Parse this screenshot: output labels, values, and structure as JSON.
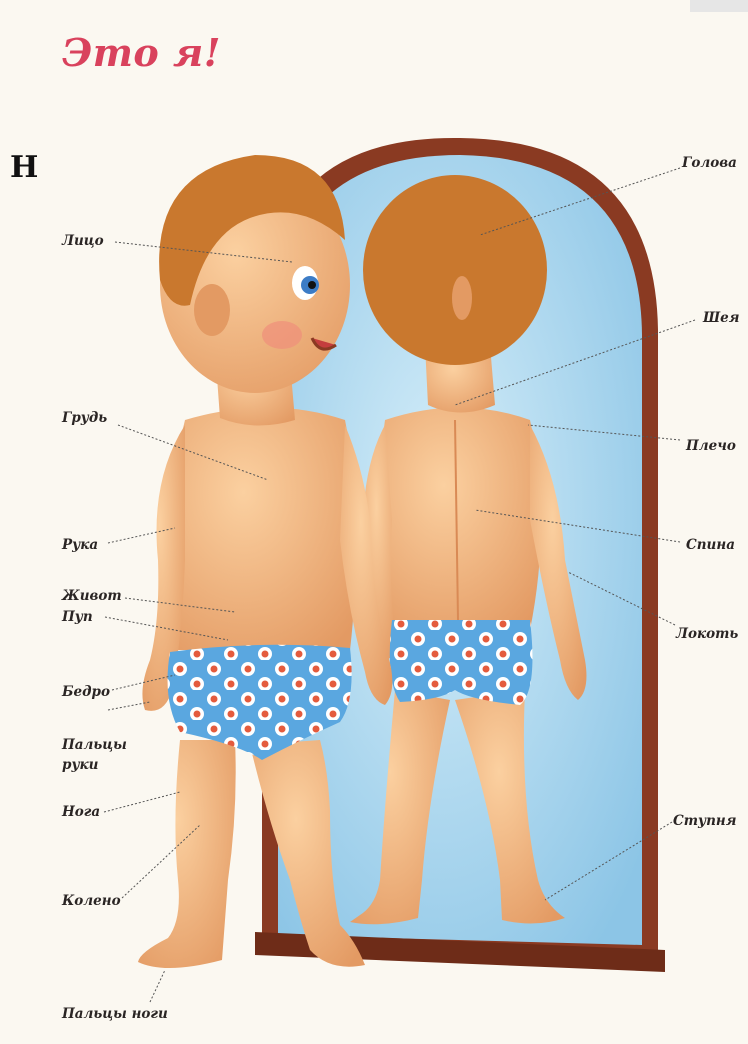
{
  "title": "Это я!",
  "stray_char": "Н",
  "labels": {
    "face": "Лицо",
    "chest": "Грудь",
    "arm": "Рука",
    "belly": "Живот",
    "navel": "Пуп",
    "thigh": "Бедро",
    "fingers_line1": "Пальцы",
    "fingers_line2": "руки",
    "leg": "Нога",
    "knee": "Колено",
    "toes": "Пальцы ноги",
    "head": "Голова",
    "neck": "Шея",
    "shoulder": "Плечо",
    "back": "Спина",
    "elbow": "Локоть",
    "foot": "Ступня"
  },
  "colors": {
    "title": "#d9425d",
    "skin": "#f2b57c",
    "skin_shade": "#d98a55",
    "hair": "#c9782e",
    "mirror_glass": "#a9d6ee",
    "mirror_frame": "#8a3a22",
    "underwear": "#5aa7e0",
    "dots": "#e45b3d"
  }
}
